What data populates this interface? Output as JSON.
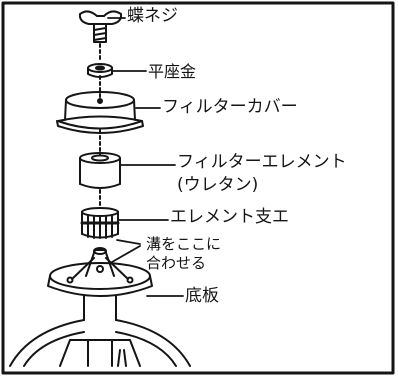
{
  "labels": {
    "wing_screw": "蝶ネジ",
    "flat_washer": "平座金",
    "filter_cover": "フィルターカバー",
    "filter_element_line1": "フィルターエレメント",
    "filter_element_line2": "(ウレタン)",
    "element_brace": "エレメント支エ",
    "align_note_line1": "溝をここに",
    "align_note_line2": "合わせる",
    "base_plate": "底板"
  },
  "colors": {
    "ink": "#151515",
    "paper": "#ffffff",
    "frame": "#111111"
  }
}
